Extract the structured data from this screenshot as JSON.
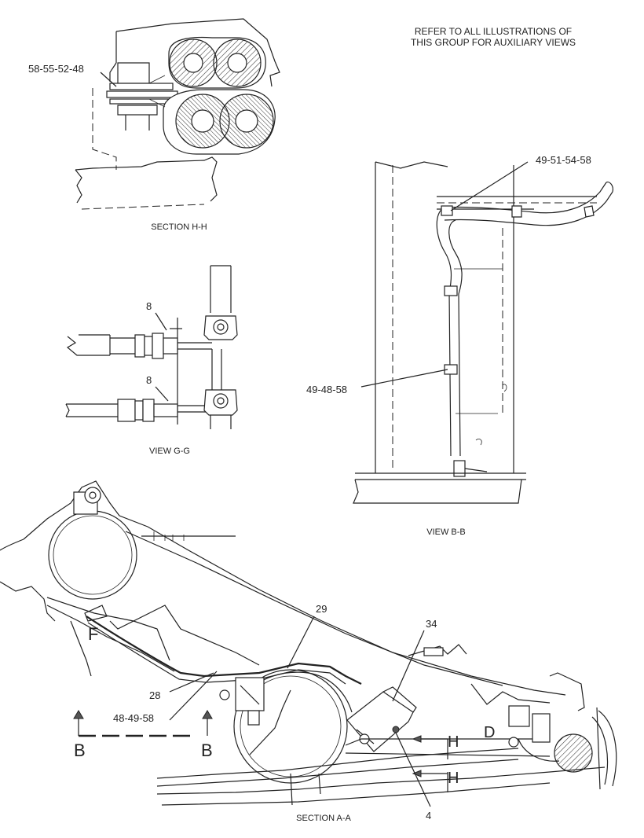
{
  "note": {
    "line1": "REFER TO ALL ILLUSTRATIONS OF",
    "line2": "THIS GROUP FOR AUXILIARY VIEWS"
  },
  "views": {
    "section_hh": "SECTION H-H",
    "view_gg": "VIEW G-G",
    "view_bb": "VIEW B-B",
    "section_aa": "SECTION A-A"
  },
  "callouts": {
    "hh_clamp": "58-55-52-48",
    "gg_fitting_top": "8",
    "gg_fitting_bottom": "8",
    "bb_upper_clamp": "49-51-54-58",
    "bb_lower_clamp": "49-48-58",
    "aa_hose": "29",
    "aa_filter": "34",
    "aa_line": "28",
    "aa_clamp": "48-49-58",
    "aa_bolt": "4"
  },
  "view_markers": {
    "f": "F",
    "d": "D",
    "b_left": "B",
    "b_right": "B",
    "h_upper": "H",
    "h_lower": "H"
  }
}
